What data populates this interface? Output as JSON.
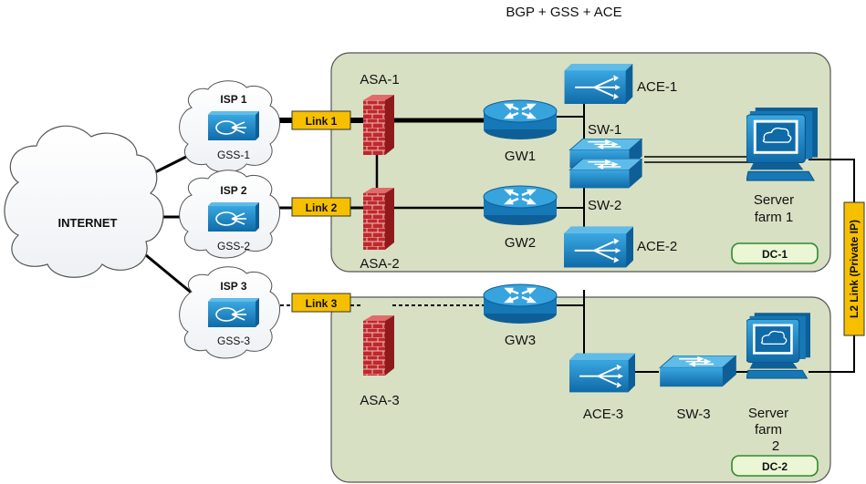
{
  "title": "BGP + GSS + ACE",
  "internet": {
    "label": "INTERNET"
  },
  "isps": [
    {
      "name": "ISP 1",
      "gss": "GSS-1"
    },
    {
      "name": "ISP 2",
      "gss": "GSS-2"
    },
    {
      "name": "ISP 3",
      "gss": "GSS-3"
    }
  ],
  "links": [
    "Link 1",
    "Link 2",
    "Link 3"
  ],
  "firewalls": [
    "ASA-1",
    "ASA-2",
    "ASA-3"
  ],
  "routers": [
    "GW1",
    "GW2",
    "GW3"
  ],
  "ace": [
    "ACE-1",
    "ACE-2",
    "ACE-3"
  ],
  "switches": [
    "SW-1",
    "SW-2",
    "SW-3"
  ],
  "server_farm_1": {
    "line1": "Server",
    "line2": "farm 1"
  },
  "server_farm_2": {
    "line1": "Server",
    "line2": "farm",
    "line3": "2"
  },
  "datacenters": [
    "DC-1",
    "DC-2"
  ],
  "l2_link": "L2 Link (Private IP)",
  "colors": {
    "dc_fill": "#d8e0c3",
    "dc_border": "#555555",
    "link_box": "#f6c000",
    "device_blue": "#1b87c9",
    "firewall_red": "#c0282b",
    "badge_fill": "#eaf6d4",
    "badge_border": "#2f8a2f"
  }
}
